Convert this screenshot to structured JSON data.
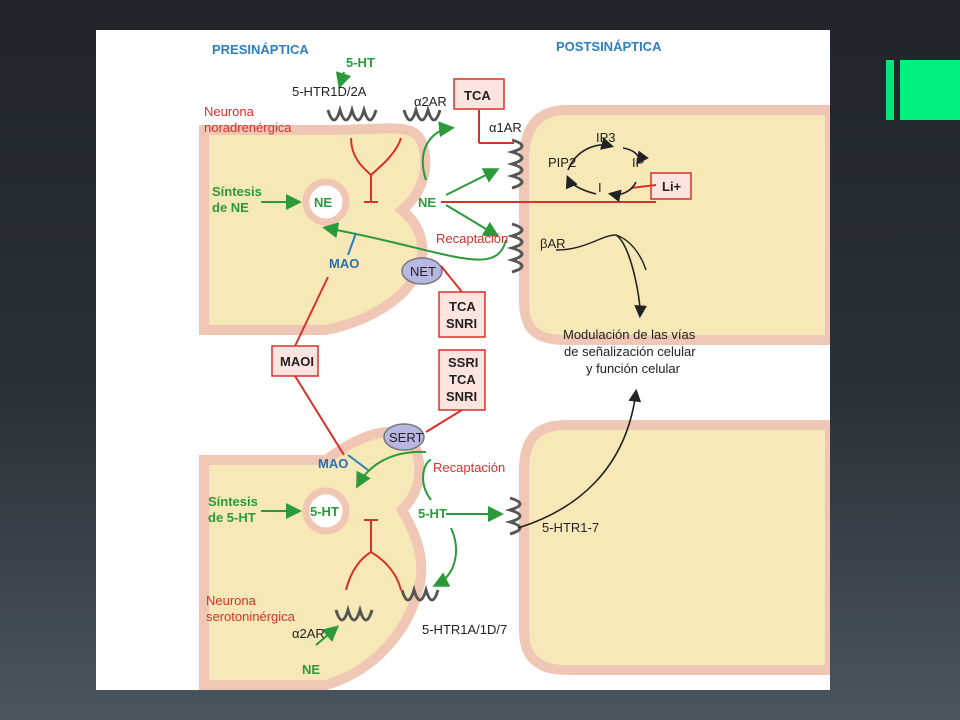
{
  "labels": {
    "presynaptic": "PRESINÁPTICA",
    "postsynaptic": "POSTSINÁPTICA",
    "ht5_top": "5-HT",
    "htr1d2a": "5-HTR1D/2A",
    "alpha2ar_top": "α2AR",
    "neuron_nor_1": "Neurona",
    "neuron_nor_2": "noradrenérgica",
    "synth_ne_1": "Síntesis",
    "synth_ne_2": "de NE",
    "ne_vesicle": "NE",
    "ne_cleft": "NE",
    "tca_top": "TCA",
    "alpha1ar": "α1AR",
    "ip3": "IP3",
    "pip2": "PIP2",
    "ip": "IP",
    "i": "I",
    "li": "Li+",
    "reuptake_ne": "Recaptación",
    "bar": "βAR",
    "mao_top": "MAO",
    "net": "NET",
    "box_tca_snri_1": "TCA",
    "box_tca_snri_2": "SNRI",
    "modulation_1": "Modulación de las vías",
    "modulation_2": "de señalización celular",
    "modulation_3": "y función celular",
    "maoi": "MAOI",
    "box_ssri_1": "SSRI",
    "box_ssri_2": "TCA",
    "box_ssri_3": "SNRI",
    "sert": "SERT",
    "mao_bottom": "MAO",
    "reuptake_ht": "Recaptación",
    "synth_ht_1": "Síntesis",
    "synth_ht_2": "de 5-HT",
    "ht5_vesicle": "5-HT",
    "ht5_cleft": "5-HT",
    "htr17": "5-HTR1-7",
    "neuron_ser_1": "Neurona",
    "neuron_ser_2": "serotoninérgica",
    "alpha2ar_bottom": "α2AR",
    "htr1a1d7": "5-HTR1A/1D/7",
    "ne_bottom": "NE"
  },
  "colors": {
    "cell_fill": "#f7e8b8",
    "cell_border": "#f0c6b4",
    "red": "#d8302a",
    "green": "#2a9a3a",
    "blue": "#2a7fc0",
    "accent": "#00f07e"
  }
}
